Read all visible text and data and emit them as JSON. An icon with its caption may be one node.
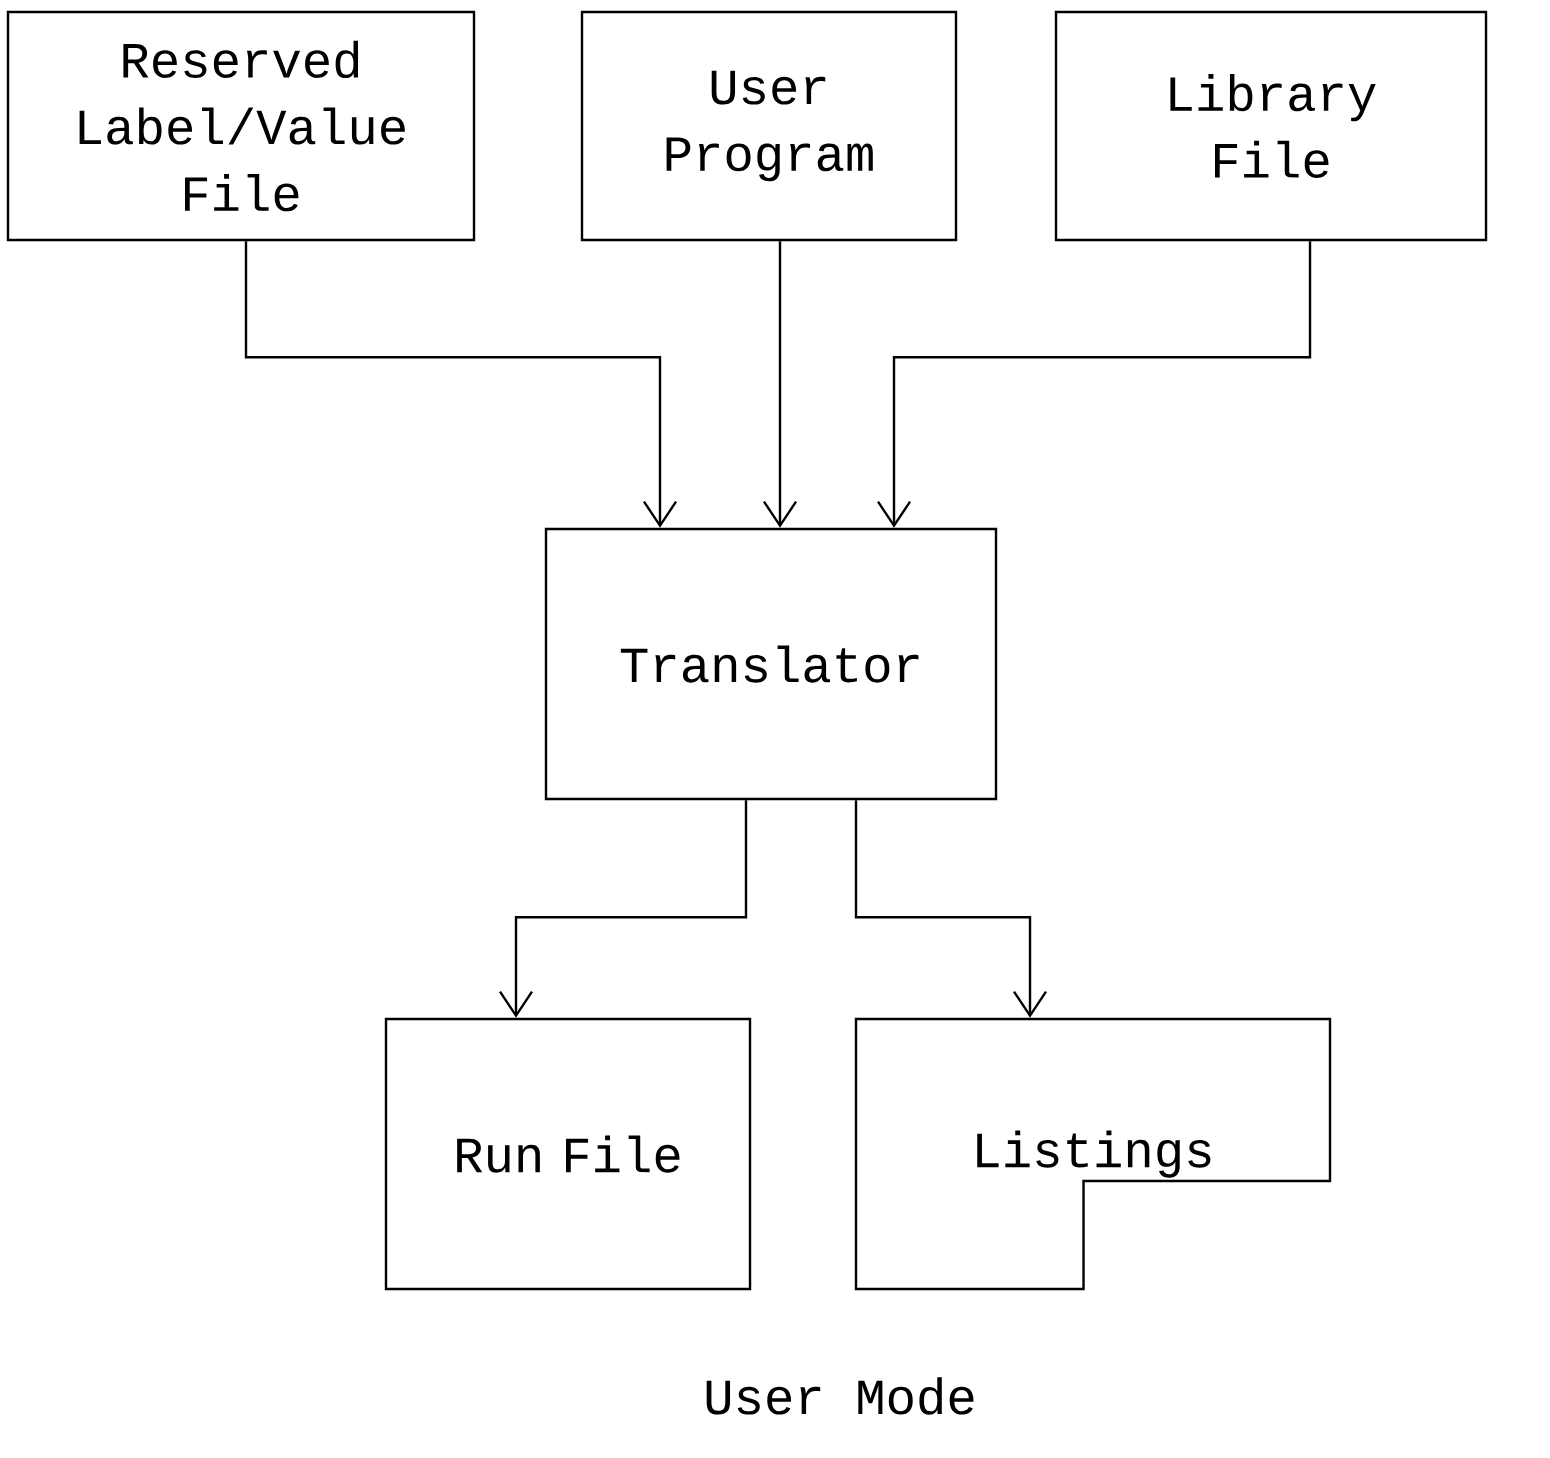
{
  "diagram": {
    "caption": "User Mode",
    "nodes": [
      {
        "text": [
          "Reserved Label/Value File"
        ]
      },
      {
        "text": [
          "User Program"
        ]
      },
      {
        "text": [
          "Library File"
        ]
      },
      {
        "text": [
          "Translator"
        ]
      },
      {
        "text": [
          "Run File"
        ]
      },
      {
        "text": [
          "Listings"
        ]
      }
    ],
    "edges": [
      {
        "from": 0,
        "to": 3,
        "arrow": "to"
      },
      {
        "from": 1,
        "to": 3,
        "arrow": "to"
      },
      {
        "from": 2,
        "to": 3,
        "arrow": "to"
      },
      {
        "from": 3,
        "to": 4,
        "arrow": "to"
      },
      {
        "from": 3,
        "to": 5,
        "arrow": "to"
      }
    ]
  }
}
